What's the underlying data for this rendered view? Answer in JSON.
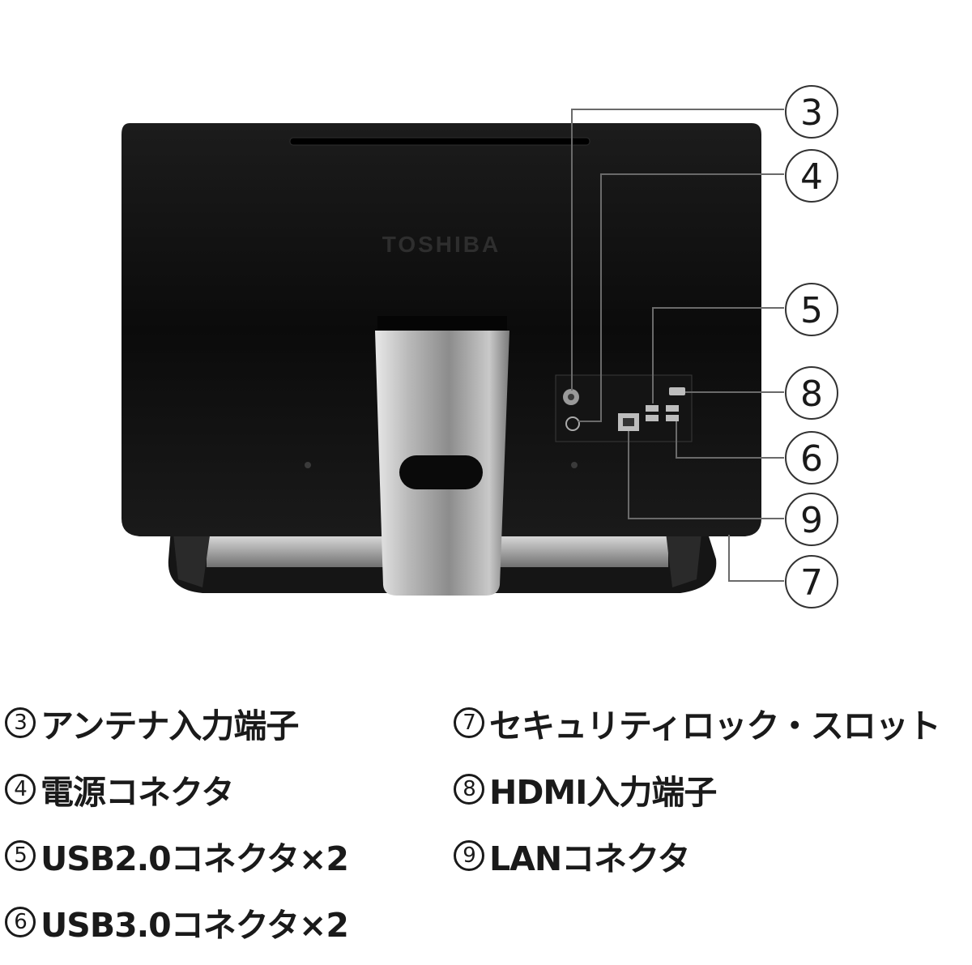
{
  "brand_logo": "TOSHIBA",
  "callouts": [
    "3",
    "4",
    "5",
    "8",
    "6",
    "9",
    "7"
  ],
  "legend": [
    {
      "num": "3",
      "label": "アンテナ入力端子"
    },
    {
      "num": "4",
      "label": "電源コネクタ"
    },
    {
      "num": "5",
      "label": "USB2.0コネクタ×2"
    },
    {
      "num": "6",
      "label": "USB3.0コネクタ×2"
    },
    {
      "num": "7",
      "label": "セキュリティロック・スロット"
    },
    {
      "num": "8",
      "label": "HDMI入力端子"
    },
    {
      "num": "9",
      "label": "LANコネクタ"
    }
  ]
}
